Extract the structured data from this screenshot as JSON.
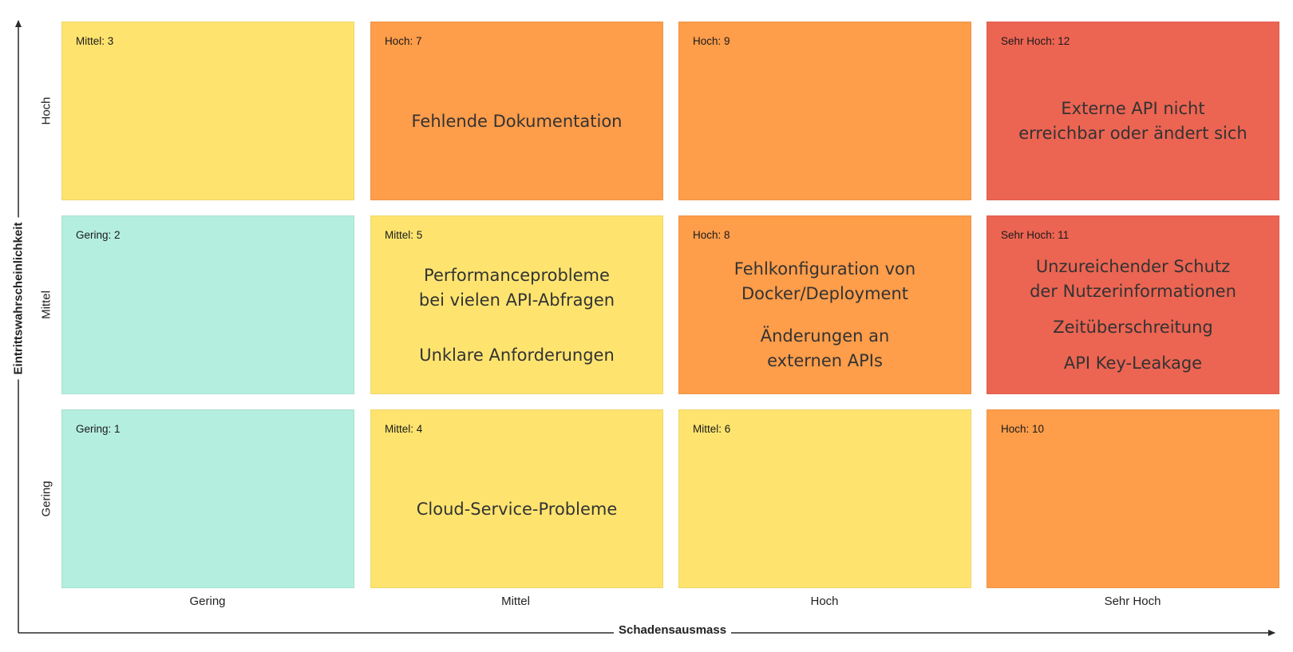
{
  "axes": {
    "x_title": "Schadensausmass",
    "y_title": "Eintrittswahrscheinlichkeit"
  },
  "columns": [
    "Gering",
    "Mittel",
    "Hoch",
    "Sehr Hoch"
  ],
  "rows": [
    "Hoch",
    "Mittel",
    "Gering"
  ],
  "colors": {
    "teal": "#b4eedf",
    "yellow": "#fee46f",
    "orange": "#fe9d4a",
    "red": "#ec6452",
    "axis": "#2b2b2b"
  },
  "cells": [
    {
      "label": "Mittel: 3",
      "color": "yellow",
      "risks": []
    },
    {
      "label": "Hoch: 7",
      "color": "orange",
      "risks": [
        "Fehlende Dokumentation"
      ]
    },
    {
      "label": "Hoch: 9",
      "color": "orange",
      "risks": []
    },
    {
      "label": "Sehr Hoch: 12",
      "color": "red",
      "risks": [
        "Externe API nicht\nerreichbar oder ändert sich"
      ]
    },
    {
      "label": "Gering: 2",
      "color": "teal",
      "risks": []
    },
    {
      "label": "Mittel: 5",
      "color": "yellow",
      "risks": [
        "Performanceprobleme\nbei vielen API-Abfragen",
        "Unklare Anforderungen"
      ]
    },
    {
      "label": "Hoch: 8",
      "color": "orange",
      "risks": [
        "Fehlkonfiguration von\nDocker/Deployment",
        "Änderungen an\nexternen APIs"
      ]
    },
    {
      "label": "Sehr Hoch: 11",
      "color": "red",
      "risks": [
        "Unzureichender Schutz\nder Nutzerinformationen",
        "Zeitüberschreitung",
        "API Key-Leakage"
      ]
    },
    {
      "label": "Gering: 1",
      "color": "teal",
      "risks": []
    },
    {
      "label": "Mittel: 4",
      "color": "yellow",
      "risks": [
        "Cloud-Service-Probleme"
      ]
    },
    {
      "label": "Mittel: 6",
      "color": "yellow",
      "risks": []
    },
    {
      "label": "Hoch: 10",
      "color": "orange",
      "risks": []
    }
  ]
}
